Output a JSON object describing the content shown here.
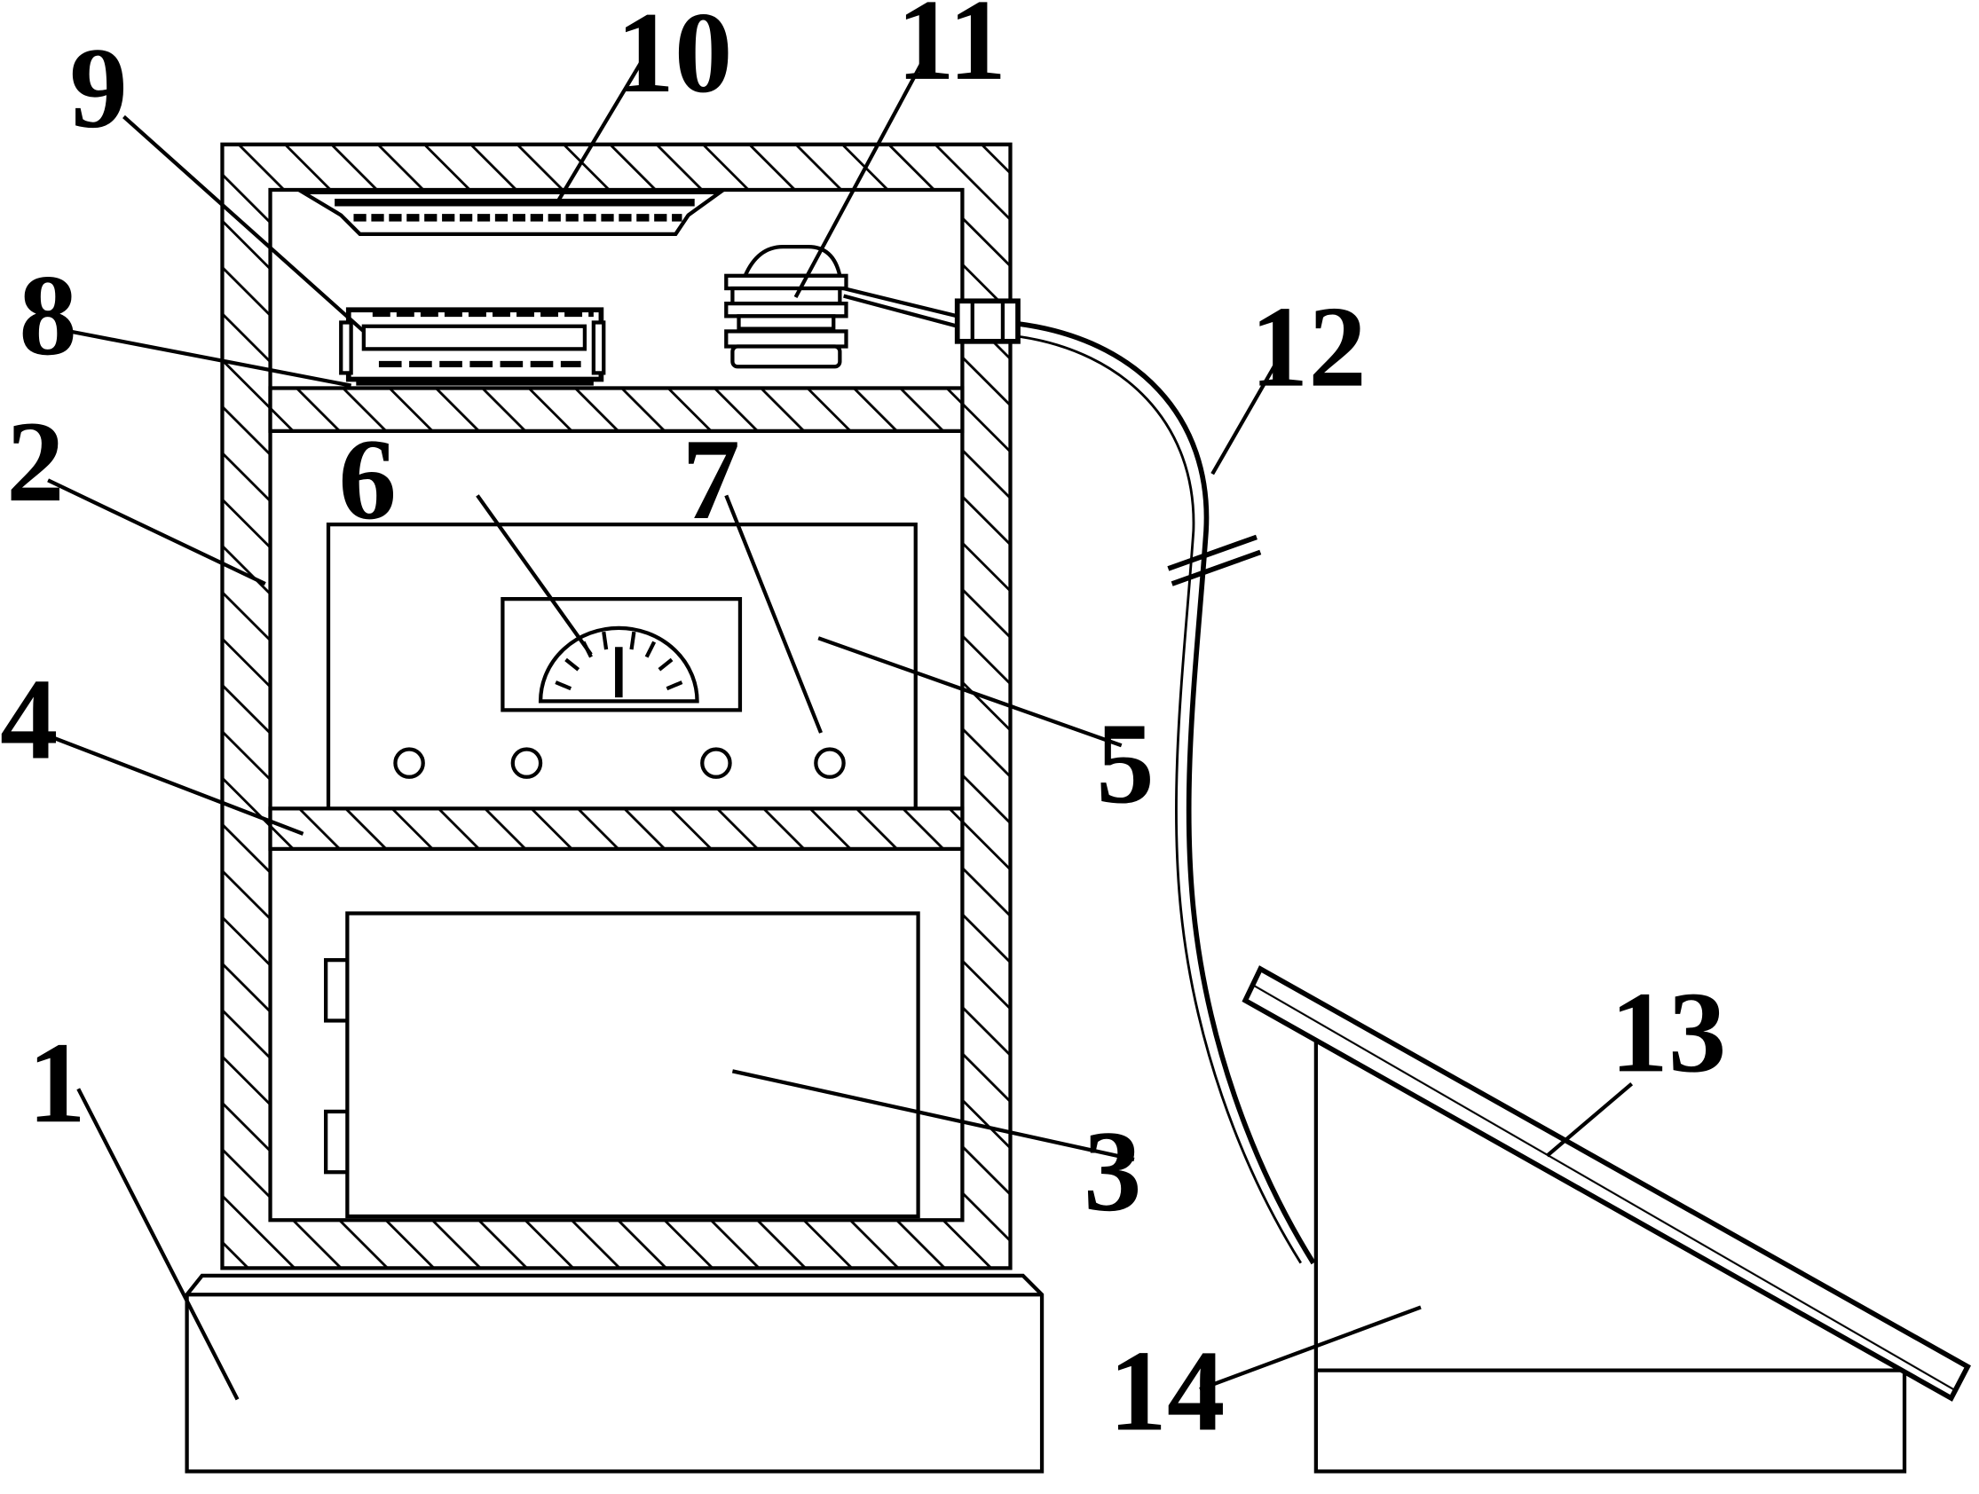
{
  "figure": {
    "labels": [
      {
        "id": "1",
        "text": "1"
      },
      {
        "id": "2",
        "text": "2"
      },
      {
        "id": "3",
        "text": "3"
      },
      {
        "id": "4",
        "text": "4"
      },
      {
        "id": "5",
        "text": "5"
      },
      {
        "id": "6",
        "text": "6"
      },
      {
        "id": "7",
        "text": "7"
      },
      {
        "id": "8",
        "text": "8"
      },
      {
        "id": "9",
        "text": "9"
      },
      {
        "id": "10",
        "text": "10"
      },
      {
        "id": "11",
        "text": "11"
      },
      {
        "id": "12",
        "text": "12"
      },
      {
        "id": "13",
        "text": "13"
      },
      {
        "id": "14",
        "text": "14"
      }
    ]
  },
  "colors": {
    "ink": "#000000",
    "paper": "#ffffff"
  }
}
